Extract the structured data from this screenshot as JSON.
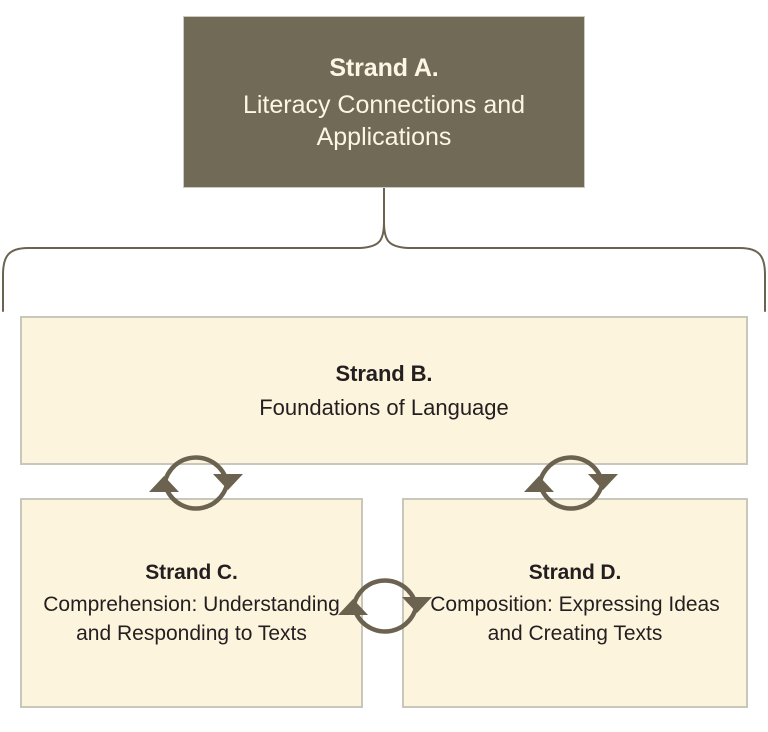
{
  "diagram": {
    "title": "Literacy Strands Relationship Diagram",
    "colors": {
      "strand_a_fill": "#706a56",
      "strand_a_text": "#fdf6e6",
      "cream_fill": "#fdf4dd",
      "cream_border": "#c9c7bb",
      "body_text": "#231f20",
      "connector_stroke": "#6b6350",
      "page_background": "#ffffff"
    },
    "nodes": [
      {
        "id": "strand-a",
        "title": "Strand A.",
        "body": "Literacy Connections and Applications"
      },
      {
        "id": "strand-b",
        "title": "Strand B.",
        "body": "Foundations of Language"
      },
      {
        "id": "strand-c",
        "title": "Strand C.",
        "body": "Comprehension: Understanding and Responding to Texts"
      },
      {
        "id": "strand-d",
        "title": "Strand D.",
        "body": "Composition: Expressing Ideas and Creating Texts"
      }
    ],
    "connectors": [
      {
        "id": "bracket-a-to-group",
        "type": "curly-bracket",
        "from": "strand-a",
        "to": [
          "strand-b",
          "strand-c",
          "strand-d"
        ]
      },
      {
        "id": "cycle-b-c",
        "type": "cycle-arrows",
        "between": [
          "strand-b",
          "strand-c"
        ]
      },
      {
        "id": "cycle-b-d",
        "type": "cycle-arrows",
        "between": [
          "strand-b",
          "strand-d"
        ]
      },
      {
        "id": "cycle-c-d",
        "type": "cycle-arrows",
        "between": [
          "strand-c",
          "strand-d"
        ]
      }
    ]
  }
}
